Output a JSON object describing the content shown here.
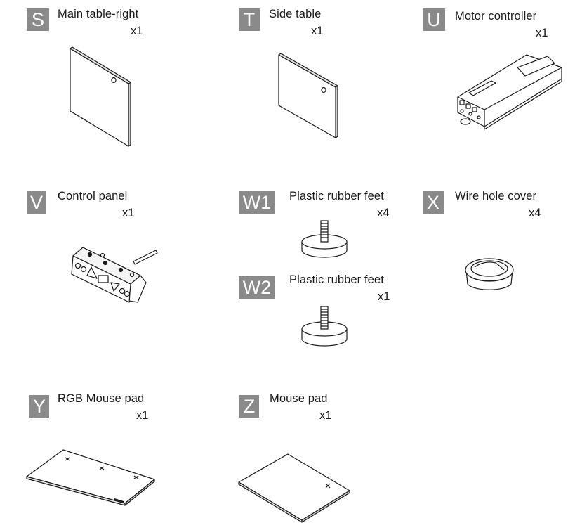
{
  "parts": [
    {
      "id": "S",
      "letter": "S",
      "name": "Main table-right",
      "qty": "x1",
      "drawing_icon": "main-table-right-panel-icon"
    },
    {
      "id": "T",
      "letter": "T",
      "name": "Side table",
      "qty": "x1",
      "drawing_icon": "side-table-panel-icon"
    },
    {
      "id": "U",
      "letter": "U",
      "name": "Motor controller",
      "qty": "x1",
      "drawing_icon": "motor-controller-box-icon"
    },
    {
      "id": "V",
      "letter": "V",
      "name": "Control panel",
      "qty": "x1",
      "drawing_icon": "control-panel-icon"
    },
    {
      "id": "W1",
      "letter": "W1",
      "name": "Plastic rubber feet",
      "qty": "x4",
      "drawing_icon": "rubber-foot-icon"
    },
    {
      "id": "W2",
      "letter": "W2",
      "name": "Plastic rubber feet",
      "qty": "x1",
      "drawing_icon": "rubber-foot-icon"
    },
    {
      "id": "X",
      "letter": "X",
      "name": "Wire hole cover",
      "qty": "x4",
      "drawing_icon": "wire-hole-cover-icon"
    },
    {
      "id": "Y",
      "letter": "Y",
      "name": "RGB Mouse pad",
      "qty": "x1",
      "drawing_icon": "rgb-mouse-pad-icon"
    },
    {
      "id": "Z",
      "letter": "Z",
      "name": "Mouse pad",
      "qty": "x1",
      "drawing_icon": "mouse-pad-icon"
    }
  ],
  "colors": {
    "badge": "#8a8a8a",
    "badge_text": "#ffffff",
    "line": "#1a1a1a",
    "text": "#1a1a1a"
  }
}
